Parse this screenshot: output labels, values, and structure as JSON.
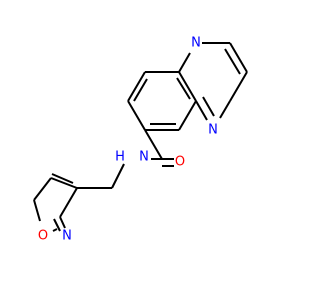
{
  "molecule": {
    "atoms": [
      {
        "id": "N1",
        "label": "N",
        "color": "#0000ff"
      },
      {
        "id": "N4",
        "label": "N",
        "color": "#0000ff"
      },
      {
        "id": "O_carbonyl",
        "label": "O",
        "color": "#ff0000"
      },
      {
        "id": "N_amide",
        "label": "N",
        "color": "#0000ff"
      },
      {
        "id": "H_amide",
        "label": "H",
        "color": "#0000ff"
      },
      {
        "id": "N_isoxazole",
        "label": "N",
        "color": "#0000ff"
      },
      {
        "id": "O_isoxazole",
        "label": "O",
        "color": "#ff0000"
      }
    ]
  }
}
